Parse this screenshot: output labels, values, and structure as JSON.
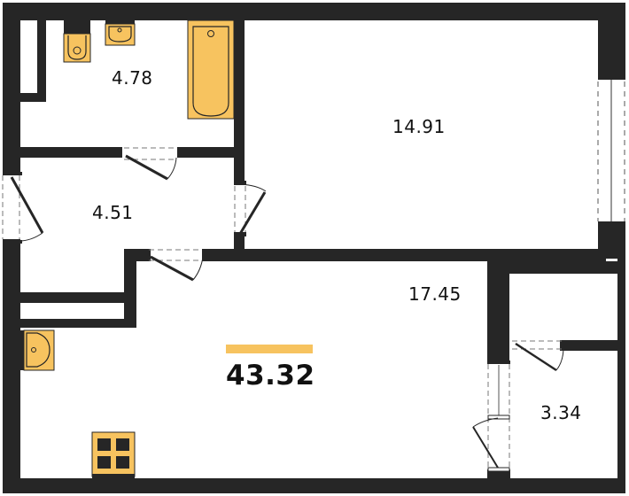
{
  "plan": {
    "total_area": "43.32",
    "rooms": [
      {
        "id": "bathroom",
        "area": "4.78"
      },
      {
        "id": "room",
        "area": "14.91"
      },
      {
        "id": "hallway",
        "area": "4.51"
      },
      {
        "id": "kitchen-living",
        "area": "17.45"
      },
      {
        "id": "storage",
        "area": "3.34"
      }
    ],
    "fixtures": [
      "toilet-icon",
      "sink-icon",
      "bathtub-icon",
      "kitchen-sink-icon",
      "stove-icon"
    ]
  },
  "colors": {
    "wall": "#262626",
    "fixture": "#F7C35F",
    "accent_bar": "#F7C35F",
    "text": "#111111"
  }
}
